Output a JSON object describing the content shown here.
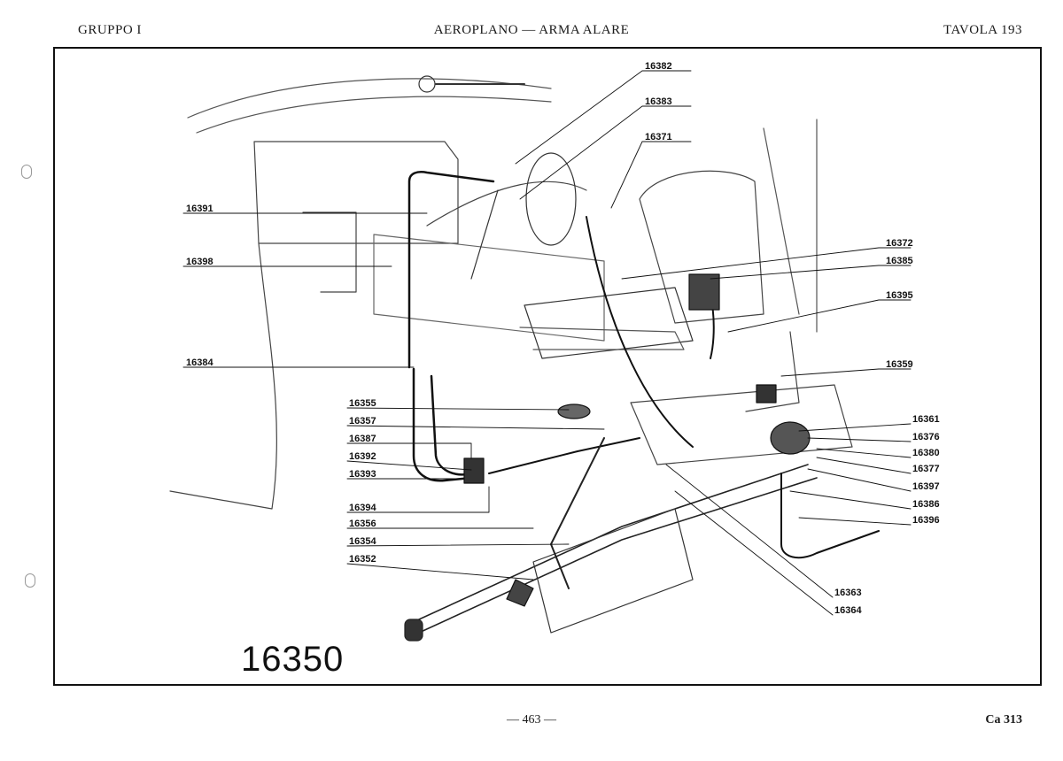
{
  "header": {
    "left": "GRUPPO I",
    "center": "AEROPLANO — ARMA ALARE",
    "right": "TAVOLA 193"
  },
  "figure": {
    "main_number": "16350",
    "callouts": {
      "c16382": "16382",
      "c16383": "16383",
      "c16371": "16371",
      "c16391": "16391",
      "c16398": "16398",
      "c16372": "16372",
      "c16385": "16385",
      "c16395": "16395",
      "c16384": "16384",
      "c16359": "16359",
      "c16355": "16355",
      "c16357": "16357",
      "c16387": "16387",
      "c16392": "16392",
      "c16393": "16393",
      "c16394": "16394",
      "c16356": "16356",
      "c16354": "16354",
      "c16352": "16352",
      "c16361": "16361",
      "c16376": "16376",
      "c16380": "16380",
      "c16377": "16377",
      "c16397": "16397",
      "c16386": "16386",
      "c16396": "16396",
      "c16363": "16363",
      "c16364": "16364"
    }
  },
  "footer": {
    "page": "— 463 —",
    "code": "Ca 313"
  }
}
